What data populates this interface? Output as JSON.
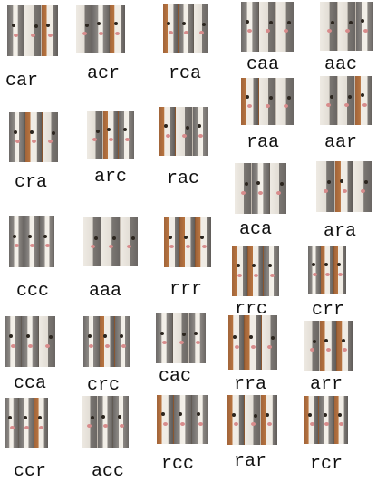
{
  "items": [
    {
      "code": "car",
      "label": "car",
      "strips": [
        "c",
        "a",
        "r"
      ]
    },
    {
      "code": "acr",
      "label": "acr",
      "strips": [
        "a",
        "c",
        "r"
      ]
    },
    {
      "code": "rca",
      "label": "rca",
      "strips": [
        "r",
        "c",
        "a"
      ]
    },
    {
      "code": "caa",
      "label": "caa",
      "strips": [
        "c",
        "a",
        "a"
      ]
    },
    {
      "code": "aac",
      "label": "aac",
      "strips": [
        "a",
        "a",
        "c"
      ]
    },
    {
      "code": "raa",
      "label": "raa",
      "strips": [
        "r",
        "a",
        "a"
      ]
    },
    {
      "code": "aar",
      "label": "aar",
      "strips": [
        "a",
        "a",
        "r"
      ]
    },
    {
      "code": "cra",
      "label": "cra",
      "strips": [
        "c",
        "r",
        "a"
      ]
    },
    {
      "code": "arc",
      "label": "arc",
      "strips": [
        "a",
        "r",
        "c"
      ]
    },
    {
      "code": "rac",
      "label": "rac",
      "strips": [
        "r",
        "a",
        "c"
      ]
    },
    {
      "code": "aca",
      "label": "aca",
      "strips": [
        "a",
        "c",
        "a"
      ]
    },
    {
      "code": "ara",
      "label": "ara",
      "strips": [
        "a",
        "r",
        "a"
      ]
    },
    {
      "code": "ccc",
      "label": "ccc",
      "strips": [
        "c",
        "c",
        "c"
      ]
    },
    {
      "code": "aaa",
      "label": "aaa",
      "strips": [
        "a",
        "a",
        "a"
      ]
    },
    {
      "code": "rrr",
      "label": "rrr",
      "strips": [
        "r",
        "r",
        "r"
      ]
    },
    {
      "code": "rrc",
      "label": "rrc",
      "strips": [
        "r",
        "r",
        "c"
      ]
    },
    {
      "code": "crr",
      "label": "crr",
      "strips": [
        "c",
        "r",
        "r"
      ]
    },
    {
      "code": "cca",
      "label": "cca",
      "strips": [
        "c",
        "c",
        "a"
      ]
    },
    {
      "code": "crc",
      "label": "crc",
      "strips": [
        "c",
        "r",
        "c"
      ]
    },
    {
      "code": "cac",
      "label": "cac",
      "strips": [
        "c",
        "a",
        "c"
      ]
    },
    {
      "code": "rra",
      "label": "rra",
      "strips": [
        "r",
        "r",
        "a"
      ]
    },
    {
      "code": "arr",
      "label": "arr",
      "strips": [
        "a",
        "r",
        "r"
      ]
    },
    {
      "code": "ccr",
      "label": "ccr",
      "strips": [
        "c",
        "c",
        "r"
      ]
    },
    {
      "code": "acc",
      "label": "acc",
      "strips": [
        "a",
        "c",
        "c"
      ]
    },
    {
      "code": "rcc",
      "label": "rcc",
      "strips": [
        "r",
        "c",
        "c"
      ]
    },
    {
      "code": "rar",
      "label": "rar",
      "strips": [
        "r",
        "a",
        "r"
      ]
    },
    {
      "code": "rcr",
      "label": "rcr",
      "strips": [
        "r",
        "c",
        "r"
      ]
    }
  ]
}
